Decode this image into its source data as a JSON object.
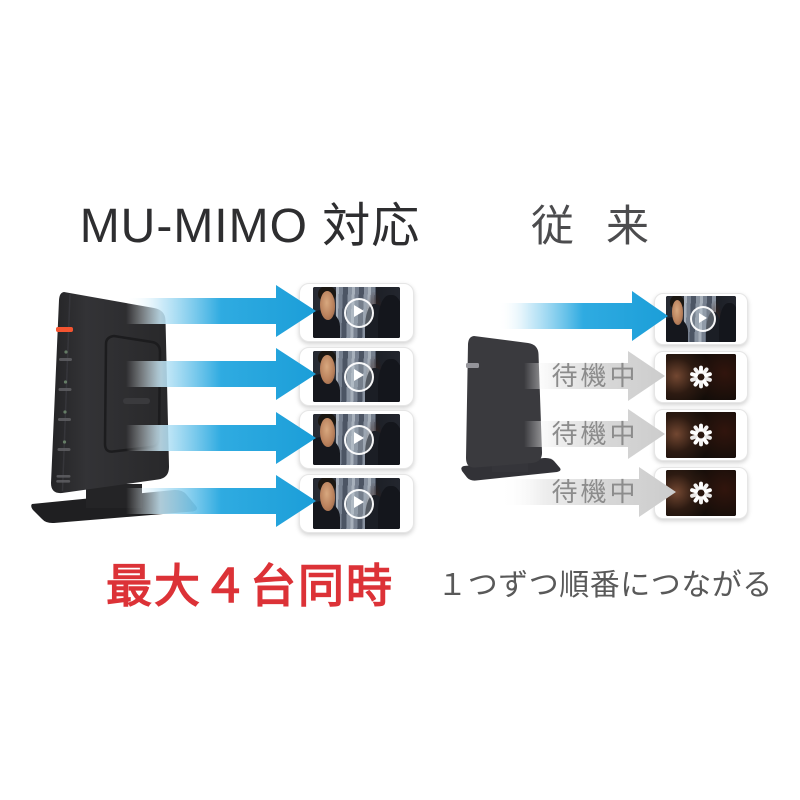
{
  "background_color": "#ffffff",
  "left_panel": {
    "title": "MU-MIMO 対応",
    "caption": "最大４台同時",
    "caption_color": "#dc3237",
    "stream_count": 4,
    "arrow_color": "#29a9e0",
    "phone_states": [
      "playing",
      "playing",
      "playing",
      "playing"
    ]
  },
  "right_panel": {
    "title": "従 来",
    "caption": "１つずつ順番につながる",
    "caption_color": "#595959",
    "waiting_label": "待機中",
    "active_arrow_color": "#29a9e0",
    "waiting_arrow_color": "#d5d5d5",
    "phone_states": [
      "playing",
      "waiting",
      "waiting",
      "waiting"
    ]
  },
  "icons": {
    "play_icon": "▶",
    "spinner_icon": "radial-loading-spinner",
    "stream_arrow_icon": "➜"
  },
  "colors": {
    "router_body": "#2c2c2e",
    "router_led": "#ef4023",
    "title_left": "#2e2e30",
    "title_right": "#4c4c4e"
  }
}
